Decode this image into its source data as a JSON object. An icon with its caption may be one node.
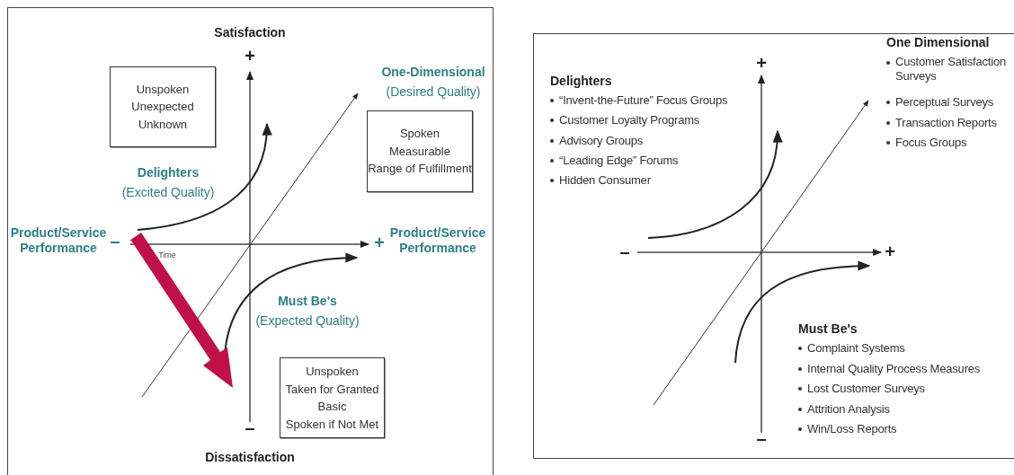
{
  "diagram": {
    "nodes": [
      {
        "text": [
          "Unspoken",
          "Unexpected",
          "Unknown"
        ]
      },
      {
        "text": [
          "Spoken",
          "Measurable",
          "Range of Fulfillment"
        ]
      },
      {
        "text": [
          "Unspoken",
          "Taken for Granted",
          "Basic",
          "Spoken if Not Met"
        ]
      }
    ],
    "edges": [],
    "labels": [
      "Satisfaction",
      "+",
      "One-Dimensional",
      "(Desired Quality)",
      "Delighters",
      "(Excited Quality)",
      "Product/Service Performance",
      "–",
      "+",
      "Product/Service Performance",
      "Time",
      "Must Be's",
      "(Expected Quality)",
      "–",
      "Dissatisfaction",
      "One Dimensional",
      "Customer Satisfaction Surveys",
      "Perceptual Surveys",
      "Transaction Reports",
      "Focus Groups",
      "+",
      "Delighters",
      "“Invent-the-Future” Focus Groups",
      "Customer Loyalty Programs",
      "Advisory Groups",
      "“Leading Edge” Forums",
      "Hidden Consumer",
      "–",
      "+",
      "Must Be's",
      "Complaint Systems",
      "Internal Quality Process Measures",
      "Lost Customer Surveys",
      "Attrition Analysis",
      "Win/Loss Reports",
      "–"
    ]
  }
}
